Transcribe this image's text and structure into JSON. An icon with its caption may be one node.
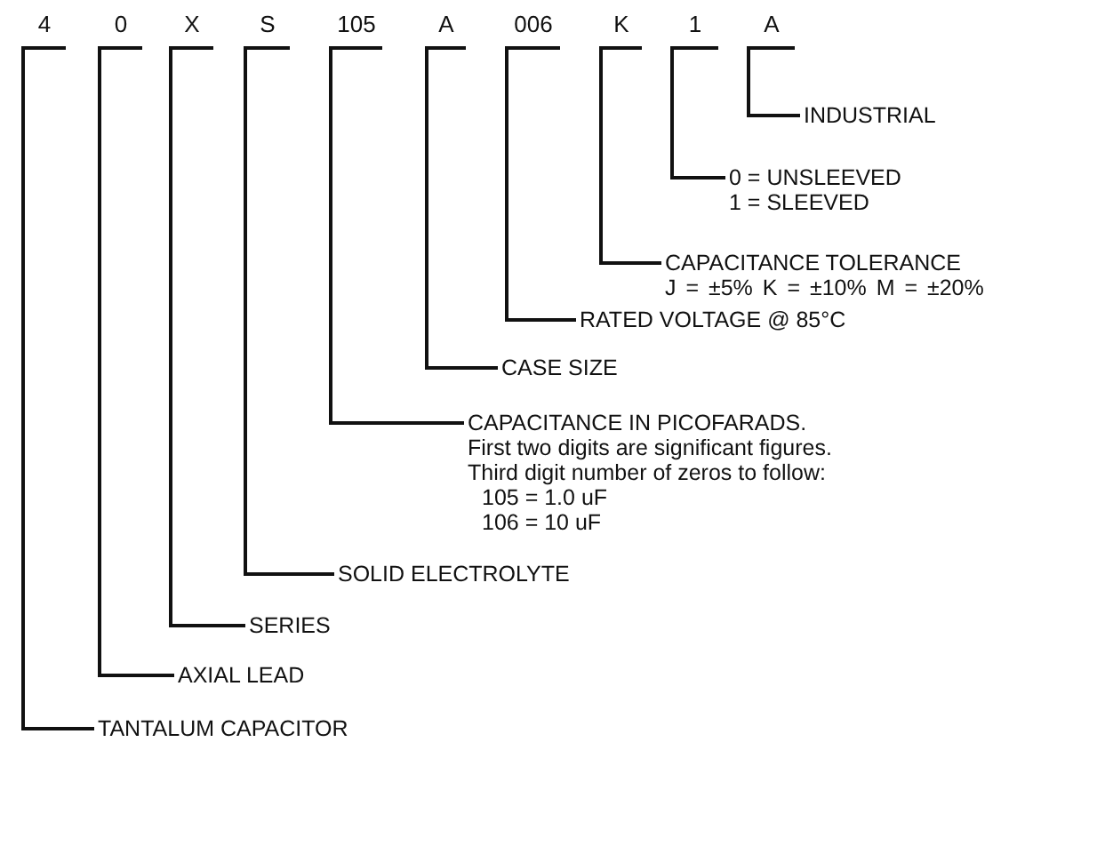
{
  "diagram": {
    "nodes": [
      {
        "text": [
          "4"
        ]
      },
      {
        "text": [
          "0"
        ]
      },
      {
        "text": [
          "X"
        ]
      },
      {
        "text": [
          "S"
        ]
      },
      {
        "text": [
          "105"
        ]
      },
      {
        "text": [
          "A"
        ]
      },
      {
        "text": [
          "006"
        ]
      },
      {
        "text": [
          "K"
        ]
      },
      {
        "text": [
          "1"
        ]
      },
      {
        "text": [
          "A"
        ]
      },
      {
        "text": [
          "INDUSTRIAL"
        ]
      },
      {
        "text": [
          "0 = UNSLEEVED",
          "1 = SLEEVED"
        ]
      },
      {
        "text": [
          "CAPACITANCE TOLERANCE",
          "J = ±5% K = ±10% M = ±20%"
        ]
      },
      {
        "text": [
          "RATED VOLTAGE @ 85°C"
        ]
      },
      {
        "text": [
          "CASE SIZE"
        ]
      },
      {
        "text": [
          "CAPACITANCE IN PICOFARADS.",
          "First two digits are significant figures. Third digit number of zeros to follow:",
          "105 = 1.0 uF",
          "106 = 10 uF"
        ]
      },
      {
        "text": [
          "SOLID ELECTROLYTE"
        ]
      },
      {
        "text": [
          "SERIES"
        ]
      },
      {
        "text": [
          "AXIAL LEAD"
        ]
      },
      {
        "text": [
          "TANTALUM CAPACITOR"
        ]
      }
    ],
    "edges": [
      {
        "from": 9,
        "to": 10,
        "arrow": "none"
      },
      {
        "from": 8,
        "to": 11,
        "arrow": "none"
      },
      {
        "from": 7,
        "to": 12,
        "arrow": "none"
      },
      {
        "from": 6,
        "to": 13,
        "arrow": "none"
      },
      {
        "from": 5,
        "to": 14,
        "arrow": "none"
      },
      {
        "from": 4,
        "to": 15,
        "arrow": "none"
      },
      {
        "from": 3,
        "to": 16,
        "arrow": "none"
      },
      {
        "from": 2,
        "to": 17,
        "arrow": "none"
      },
      {
        "from": 1,
        "to": 18,
        "arrow": "none"
      },
      {
        "from": 0,
        "to": 19,
        "arrow": "none"
      }
    ]
  }
}
